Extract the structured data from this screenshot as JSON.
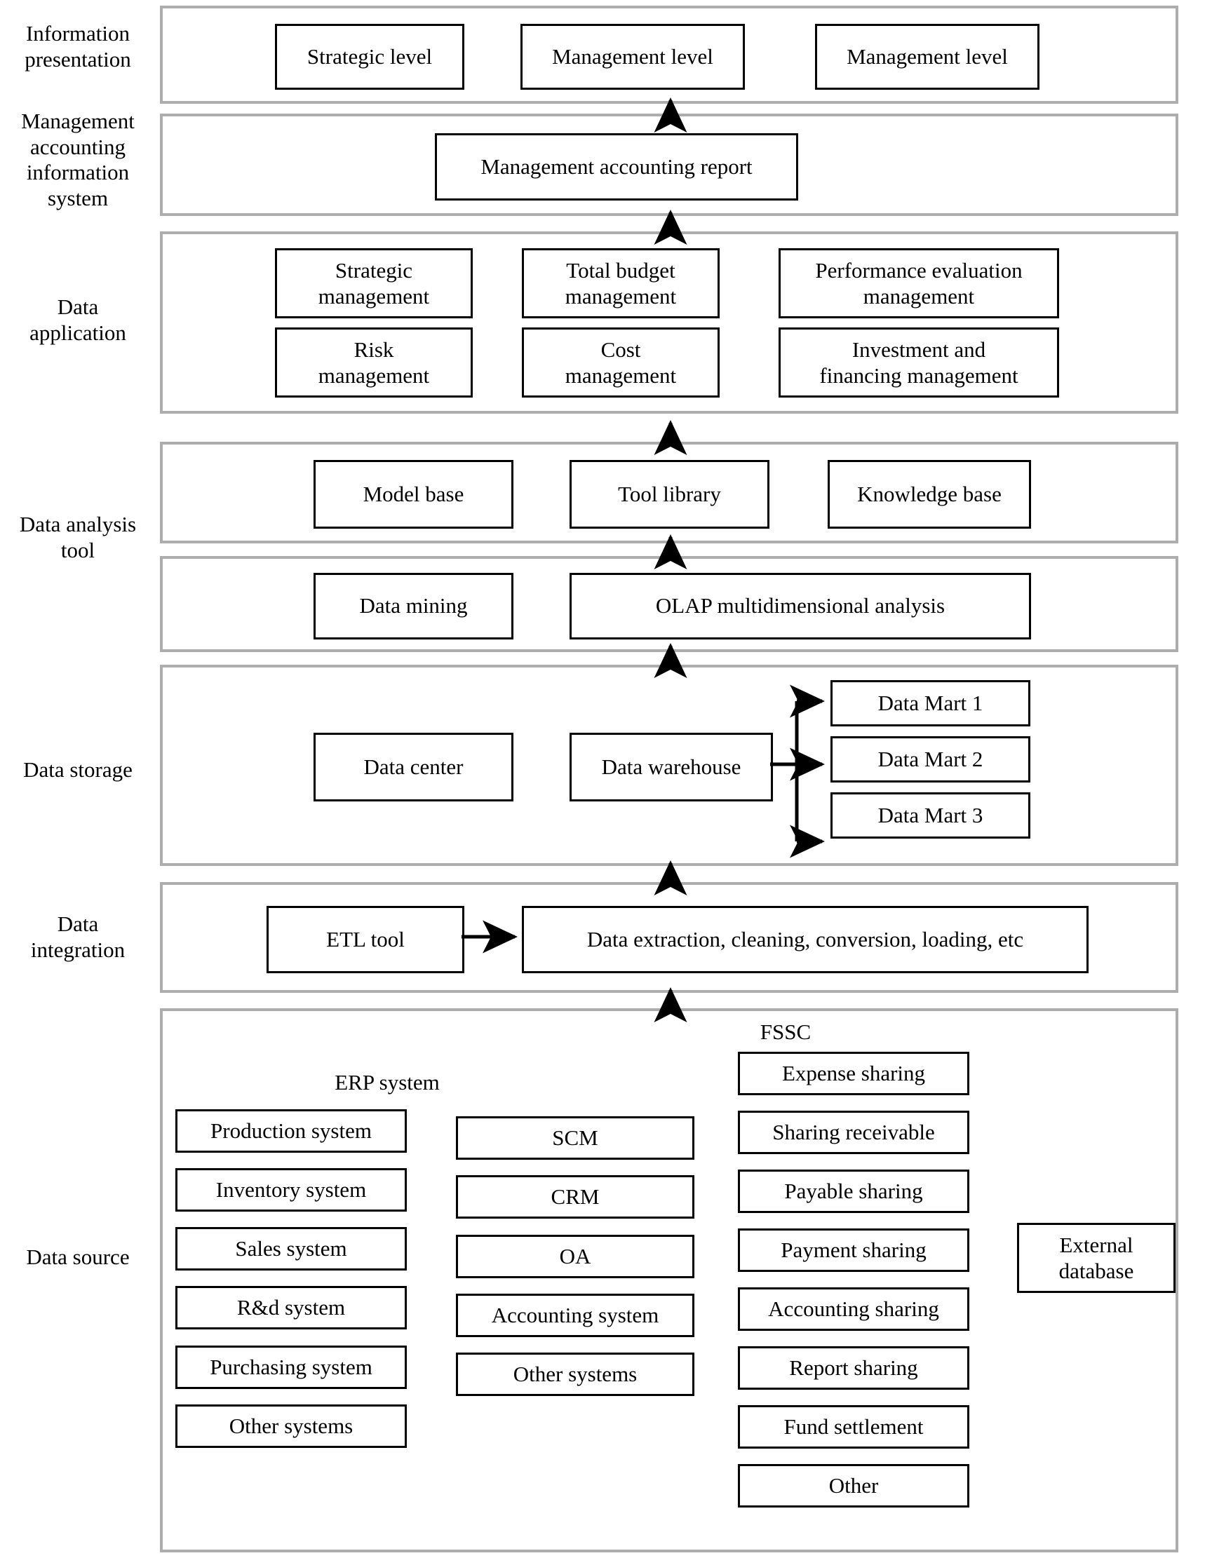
{
  "diagram": {
    "title": "Management accounting information system architecture",
    "colors": {
      "band_border": "#adadad",
      "box_border": "#000000",
      "background": "#ffffff",
      "text": "#000000"
    }
  },
  "layers": [
    {
      "id": "information-presentation",
      "label": "Information\npresentation"
    },
    {
      "id": "management-accounting-information-system",
      "label": "Management\naccounting\ninformation\nsystem"
    },
    {
      "id": "data-application",
      "label": "Data\napplication"
    },
    {
      "id": "data-analysis-tool",
      "label": "Data analysis\ntool"
    },
    {
      "id": "data-storage",
      "label": "Data storage"
    },
    {
      "id": "data-integration",
      "label": "Data\nintegration"
    },
    {
      "id": "data-source",
      "label": "Data source"
    }
  ],
  "information_presentation": {
    "boxes": [
      {
        "label": "Strategic level"
      },
      {
        "label": "Management level"
      },
      {
        "label": "Management level"
      }
    ]
  },
  "management_accounting_information_system": {
    "boxes": [
      {
        "label": "Management accounting report"
      }
    ]
  },
  "data_application": {
    "row1": [
      {
        "label": "Strategic\nmanagement"
      },
      {
        "label": "Total budget\nmanagement"
      },
      {
        "label": "Performance evaluation\nmanagement"
      }
    ],
    "row2": [
      {
        "label": "Risk\nmanagement"
      },
      {
        "label": "Cost\nmanagement"
      },
      {
        "label": "Investment and\nfinancing management"
      }
    ]
  },
  "data_analysis_tool": {
    "upper": [
      {
        "label": "Model base"
      },
      {
        "label": "Tool library"
      },
      {
        "label": "Knowledge base"
      }
    ],
    "lower": [
      {
        "label": "Data mining"
      },
      {
        "label": "OLAP multidimensional analysis"
      }
    ]
  },
  "data_storage": {
    "boxes": [
      {
        "label": "Data center"
      },
      {
        "label": "Data warehouse"
      }
    ],
    "data_marts": [
      {
        "label": "Data Mart 1"
      },
      {
        "label": "Data Mart 2"
      },
      {
        "label": "Data Mart 3"
      }
    ]
  },
  "data_integration": {
    "boxes": [
      {
        "label": "ETL tool"
      },
      {
        "label": "Data extraction, cleaning, conversion, loading, etc"
      }
    ]
  },
  "data_source": {
    "erp": {
      "caption": "ERP system",
      "items": [
        {
          "label": "Production system"
        },
        {
          "label": "Inventory system"
        },
        {
          "label": "Sales system"
        },
        {
          "label": "R&d system"
        },
        {
          "label": "Purchasing system"
        },
        {
          "label": "Other systems"
        }
      ]
    },
    "middle": {
      "items": [
        {
          "label": "SCM"
        },
        {
          "label": "CRM"
        },
        {
          "label": "OA"
        },
        {
          "label": "Accounting system"
        },
        {
          "label": "Other systems"
        }
      ]
    },
    "fssc": {
      "caption": "FSSC",
      "items": [
        {
          "label": "Expense sharing"
        },
        {
          "label": "Sharing receivable"
        },
        {
          "label": "Payable sharing"
        },
        {
          "label": "Payment sharing"
        },
        {
          "label": "Accounting sharing"
        },
        {
          "label": "Report sharing"
        },
        {
          "label": "Fund settlement"
        },
        {
          "label": "Other"
        }
      ]
    },
    "external": {
      "items": [
        {
          "label": "External\ndatabase"
        }
      ]
    }
  },
  "arrows": [
    {
      "name": "data-application-to-mais",
      "direction": "up"
    },
    {
      "name": "mais-to-information-presentation",
      "direction": "up"
    },
    {
      "name": "analysis-upper-to-data-application",
      "direction": "up"
    },
    {
      "name": "analysis-lower-to-analysis-upper",
      "direction": "up"
    },
    {
      "name": "data-storage-to-analysis-lower",
      "direction": "up"
    },
    {
      "name": "data-integration-to-data-storage",
      "direction": "up"
    },
    {
      "name": "data-source-to-data-integration",
      "direction": "up"
    },
    {
      "name": "etl-to-extraction",
      "direction": "right"
    },
    {
      "name": "warehouse-to-data-mart-1",
      "direction": "right"
    },
    {
      "name": "warehouse-to-data-mart-2",
      "direction": "right"
    },
    {
      "name": "warehouse-to-data-mart-3",
      "direction": "right"
    }
  ]
}
